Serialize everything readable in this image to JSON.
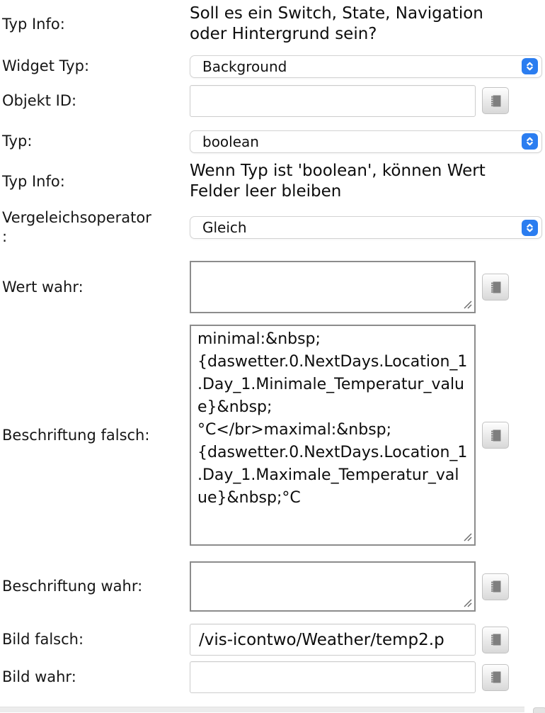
{
  "colors": {
    "select_accent": "#2b7df0",
    "picker_icon_gray": "#808080",
    "textarea_border": "#8c8c8c"
  },
  "icons": {
    "picker": "note-icon",
    "select_arrows": "up-down-chevrons-icon",
    "resize": "resize-grip-icon"
  },
  "typ_info_1": {
    "label": "Typ Info:",
    "text": "Soll es ein Switch, State, Navigation oder Hintergrund sein?"
  },
  "widget_typ": {
    "label": "Widget Typ:",
    "value": "Background"
  },
  "objekt_id": {
    "label": "Objekt ID:",
    "value": ""
  },
  "typ": {
    "label": "Typ:",
    "value": "boolean"
  },
  "typ_info_2": {
    "label": "Typ Info:",
    "text": "Wenn Typ ist 'boolean', können Wert Felder leer bleiben"
  },
  "vergleichsoperator": {
    "label": "Vergeleichsoperator\n:",
    "value": "Gleich"
  },
  "wert_wahr": {
    "label": "Wert wahr:",
    "value": ""
  },
  "beschriftung_falsch": {
    "label": "Beschriftung falsch:",
    "value": "minimal:&nbsp; {daswetter.0.NextDays.Location_1.Day_1.Minimale_Temperatur_value}&nbsp; °C</br>maximal:&nbsp; {daswetter.0.NextDays.Location_1.Day_1.Maximale_Temperatur_value}&nbsp;°C"
  },
  "beschriftung_wahr": {
    "label": "Beschriftung wahr:",
    "value": ""
  },
  "bild_falsch": {
    "label": "Bild falsch:",
    "value": "/vis-icontwo/Weather/temp2.p"
  },
  "bild_wahr": {
    "label": "Bild wahr:",
    "value": ""
  }
}
